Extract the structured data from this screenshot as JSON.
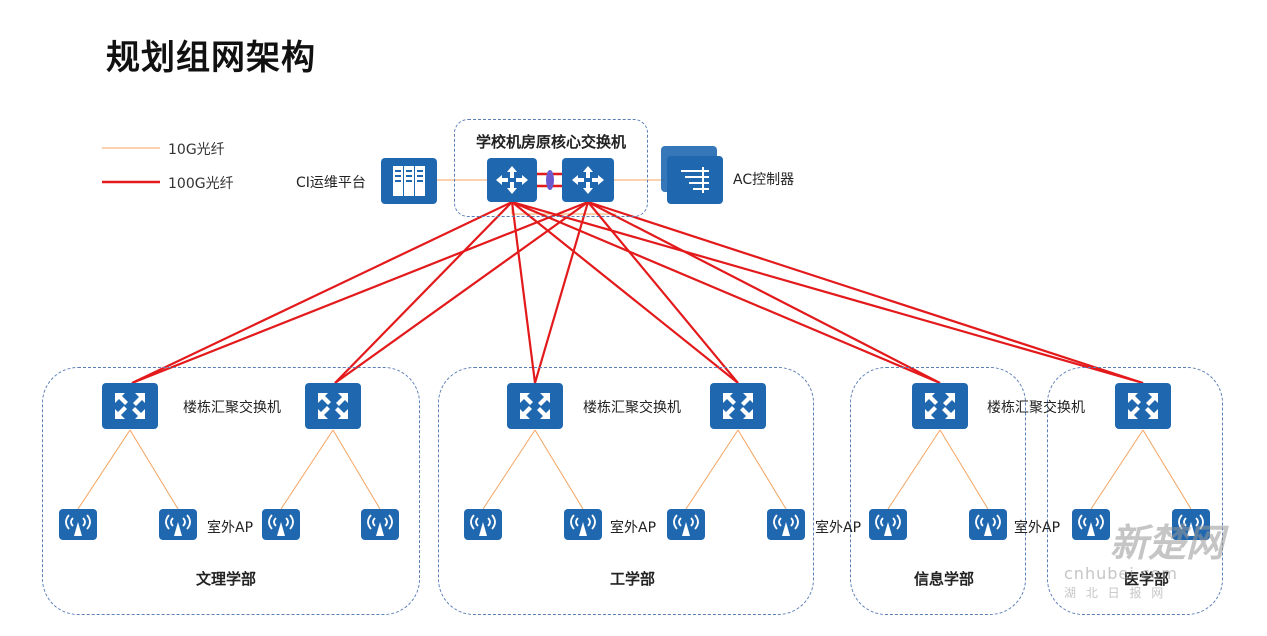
{
  "title": "规划组网架构",
  "legend": [
    {
      "label": "10G光纤",
      "color": "#f4a460"
    },
    {
      "label": "100G光纤",
      "color": "#e31a1c"
    }
  ],
  "core": {
    "label": "学校机房原核心交换机",
    "left_device": "CI运维平台",
    "right_device": "AC控制器"
  },
  "aggregation_label": "楼栋汇聚交换机",
  "ap_label": "室外AP",
  "departments": [
    "文理学部",
    "工学部",
    "信息学部",
    "医学部"
  ],
  "watermark": {
    "brand": "新楚网",
    "url": "cnhubei.com",
    "sub": "湖 北 日 报 网"
  },
  "icons": {
    "core_switch": "router-icon",
    "agg_switch": "aggregation-switch-icon",
    "ap": "wireless-ap-icon",
    "server": "server-icon",
    "ac": "ac-controller-icon"
  }
}
